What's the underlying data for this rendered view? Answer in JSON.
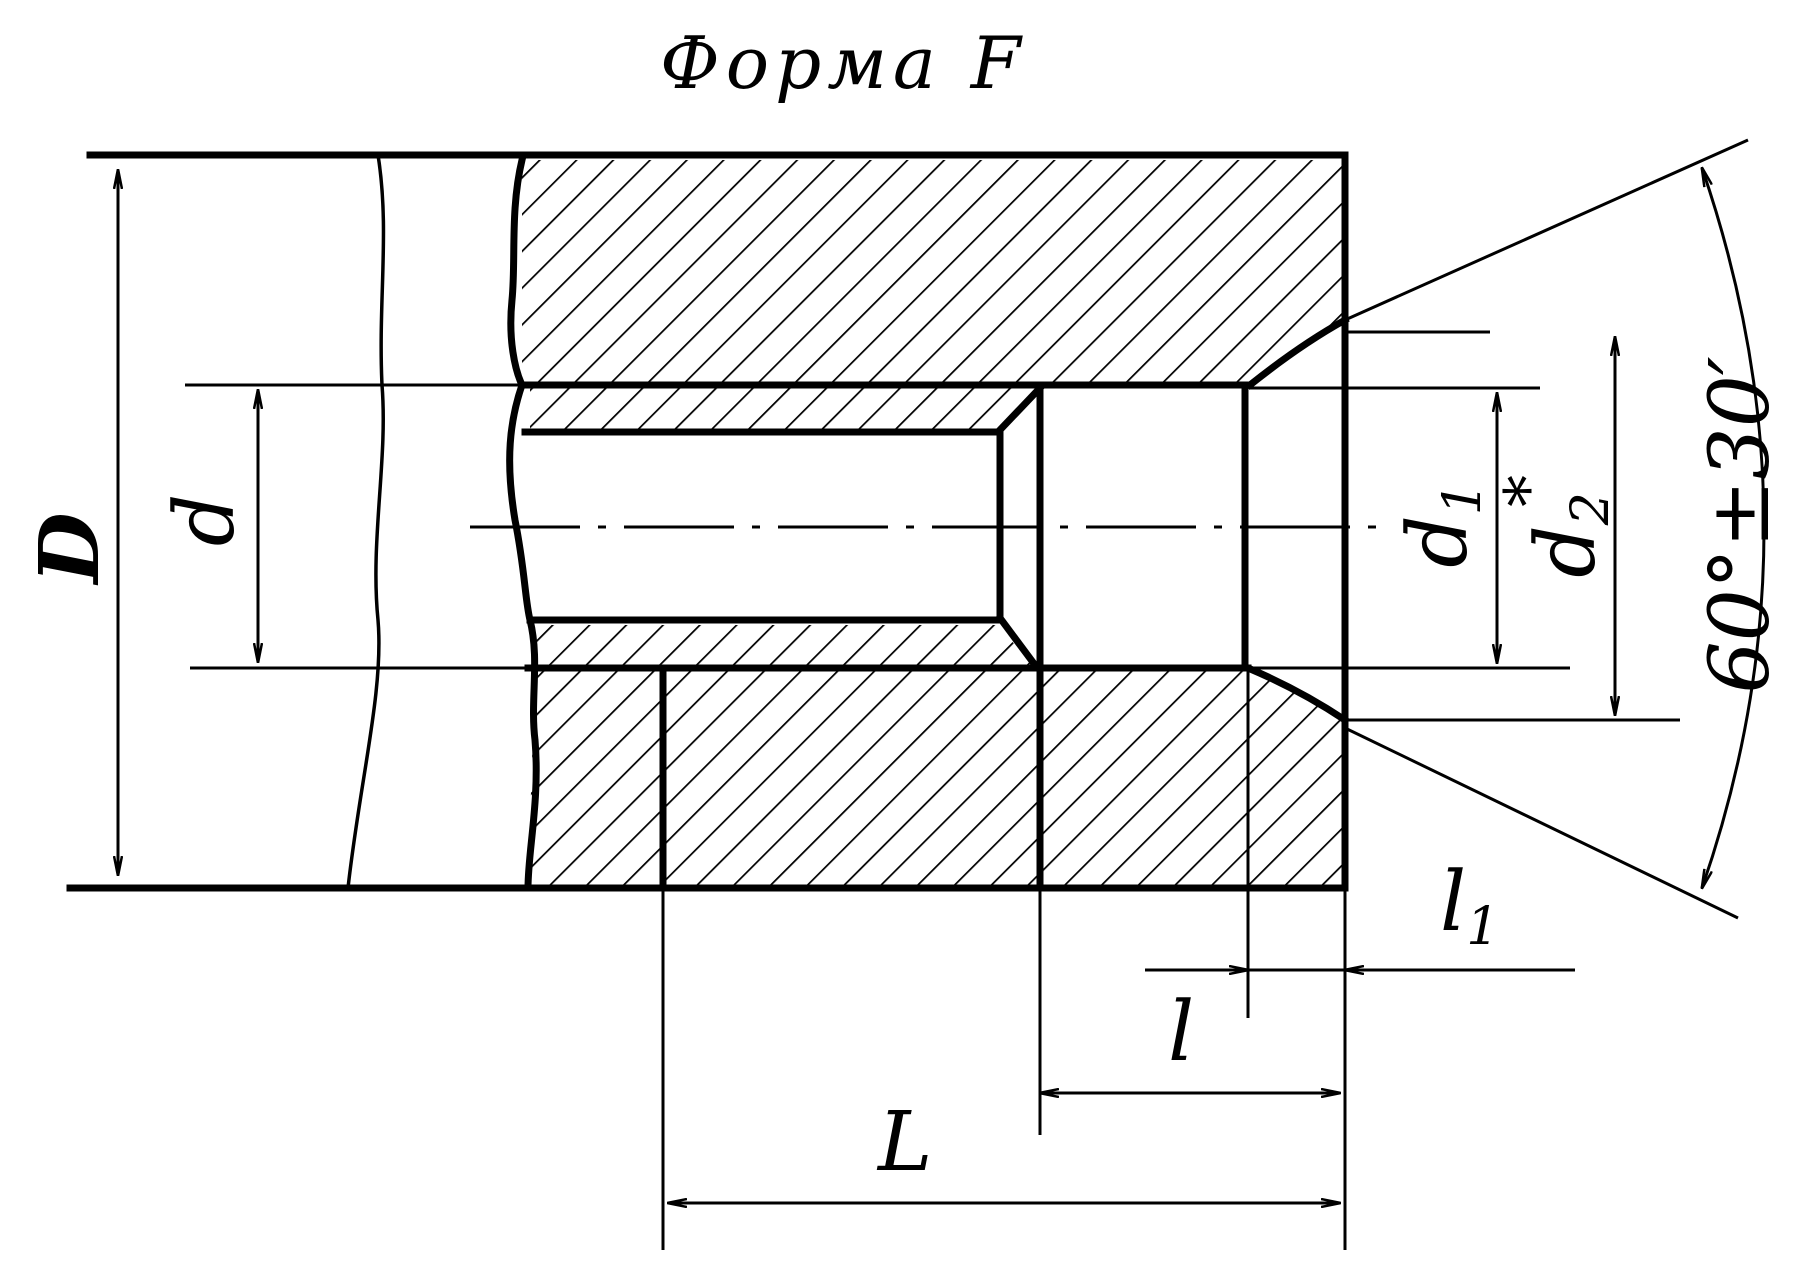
{
  "title": "Форма F",
  "labels": {
    "D": "D",
    "d": "d",
    "d1": "d",
    "d1_sub": "1",
    "d2": "d",
    "d2_sub": "2",
    "d2_star": "*",
    "angle": "60°±30′",
    "l": "l",
    "l1": "l",
    "l1_sub": "1",
    "L": "L"
  }
}
